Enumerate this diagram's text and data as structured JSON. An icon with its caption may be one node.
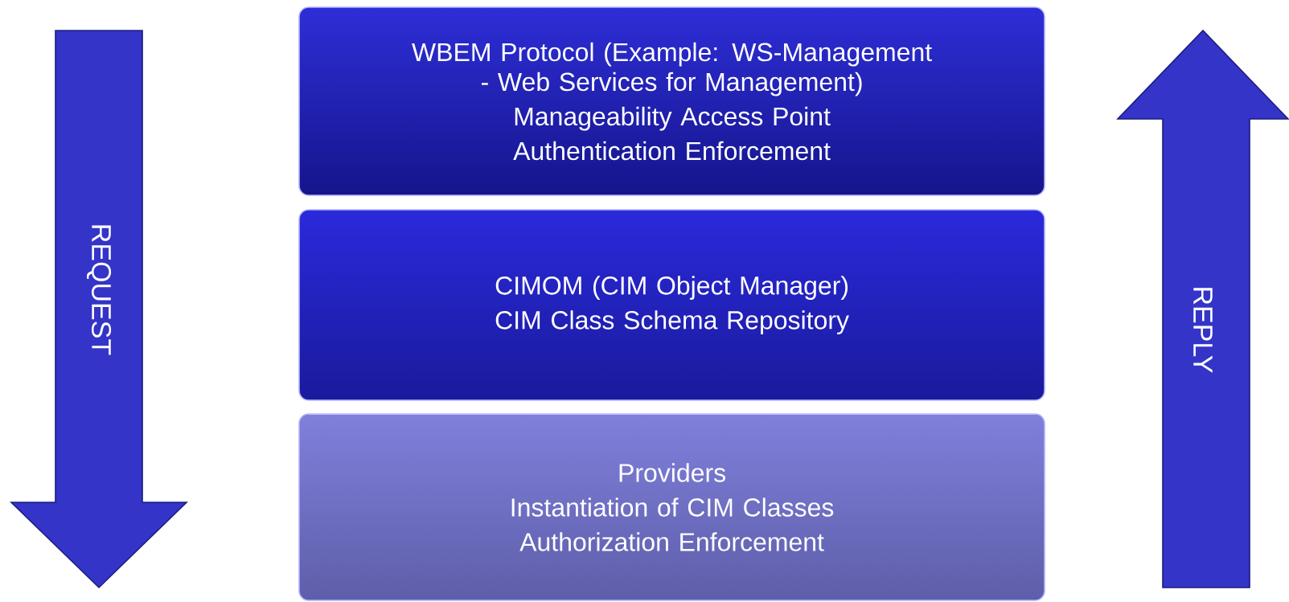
{
  "diagram": {
    "nodes": [
      {
        "text": [
          "WBEM Protocol  (Example: WS-Management - Web Services for Management)",
          "Manageability Access Point",
          "Authentication Enforcement"
        ]
      },
      {
        "text": [
          "CIMOM (CIM Object Manager)",
          "CIM Class Schema Repository"
        ]
      },
      {
        "text": [
          "Providers",
          "Instantiation of CIM Classes",
          "Authorization Enforcement"
        ]
      },
      {
        "text": [
          "REQUEST"
        ]
      },
      {
        "text": [
          "REPLY"
        ]
      }
    ]
  }
}
